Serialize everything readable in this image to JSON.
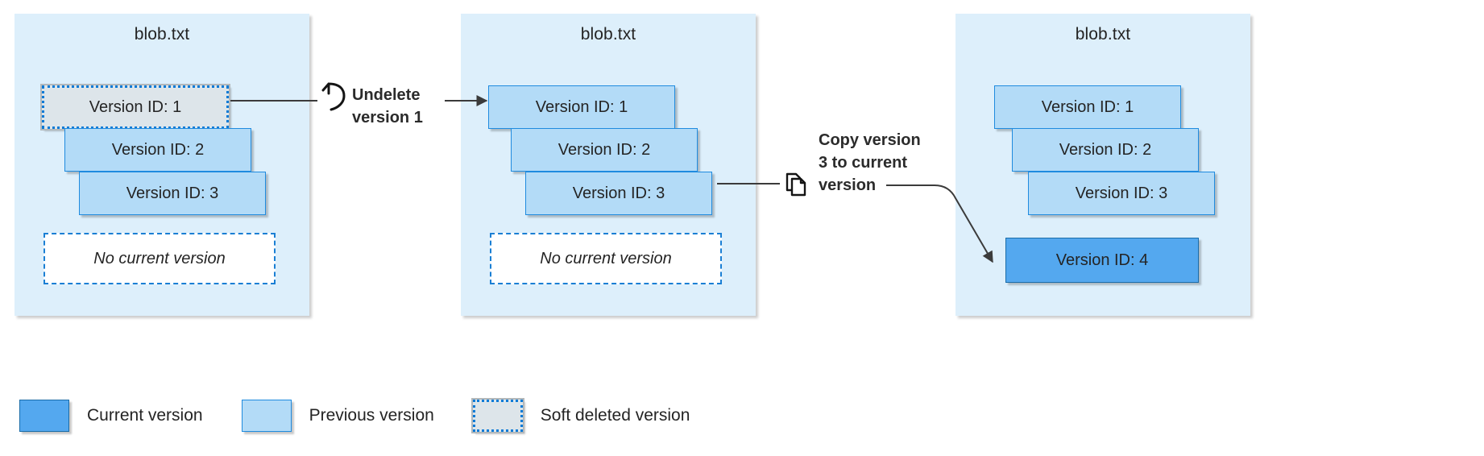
{
  "panels": [
    {
      "name": "panel-soft-deleted",
      "title": "blob.txt",
      "versions": [
        {
          "label": "Version ID: 1",
          "state": "soft-deleted"
        },
        {
          "label": "Version ID: 2",
          "state": "previous"
        },
        {
          "label": "Version ID: 3",
          "state": "previous"
        }
      ],
      "placeholder": "No current version"
    },
    {
      "name": "panel-undeleted",
      "title": "blob.txt",
      "versions": [
        {
          "label": "Version ID: 1",
          "state": "previous"
        },
        {
          "label": "Version ID: 2",
          "state": "previous"
        },
        {
          "label": "Version ID: 3",
          "state": "previous"
        }
      ],
      "placeholder": "No current version"
    },
    {
      "name": "panel-copied",
      "title": "blob.txt",
      "versions": [
        {
          "label": "Version ID: 1",
          "state": "previous"
        },
        {
          "label": "Version ID: 2",
          "state": "previous"
        },
        {
          "label": "Version ID: 3",
          "state": "previous"
        },
        {
          "label": "Version ID: 4",
          "state": "current"
        }
      ],
      "placeholder": ""
    }
  ],
  "annotations": {
    "undelete": {
      "line1": "Undelete",
      "line2": "version 1",
      "icon": "undo-icon"
    },
    "copy": {
      "line1": "Copy version",
      "line2": "3 to current",
      "line3": "version",
      "icon": "copy-icon"
    }
  },
  "legend": {
    "items": [
      {
        "label": "Current version",
        "swatch": "current",
        "color": "#54a8ef"
      },
      {
        "label": "Previous version",
        "swatch": "previous",
        "color": "#b3dbf7"
      },
      {
        "label": "Soft deleted version",
        "swatch": "softdeleted",
        "color": "#dde5ea"
      }
    ]
  },
  "colors": {
    "panel_background": "#ddeffb",
    "current_version": "#54a8ef",
    "previous_version": "#b3dbf7",
    "soft_deleted_version": "#dde5ea",
    "accent_border": "#0a7ad6",
    "connector": "#3b3b3b"
  }
}
